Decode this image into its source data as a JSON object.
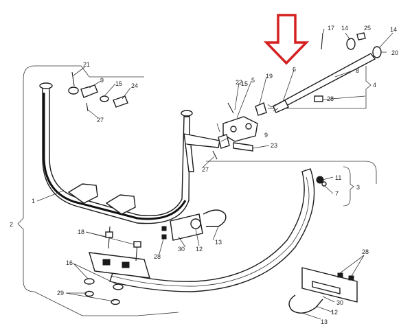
{
  "diagram": {
    "callouts": {
      "c1": "1",
      "c2": "2",
      "c3": "3",
      "c4": "4",
      "c5": "5",
      "c6": "6",
      "c7": "7",
      "c8": "8",
      "c9": "9",
      "c9b": "9",
      "c11": "11",
      "c12": "12",
      "c12b": "12",
      "c13": "13",
      "c13b": "13",
      "c14a": "14",
      "c14b": "14",
      "c15a": "15",
      "c15b": "15",
      "c16": "16",
      "c17": "17",
      "c18": "18",
      "c19": "19",
      "c20": "20",
      "c21": "21",
      "c22": "22",
      "c23": "23",
      "c24": "24",
      "c25": "25",
      "c27a": "27",
      "c27b": "27",
      "c28a": "28",
      "c28b": "28",
      "c28c": "28",
      "c29": "29",
      "c30a": "30",
      "c30b": "30"
    },
    "colors": {
      "arrow": "#d42020",
      "line": "#1a1a1a",
      "background": "#ffffff"
    }
  }
}
